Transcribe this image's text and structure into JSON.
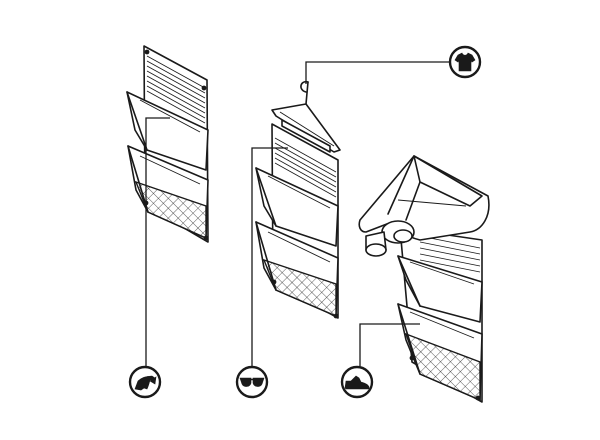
{
  "figure": {
    "variants": [
      {
        "id": "plain-wall-organizer",
        "icon": "shoe-icon"
      },
      {
        "id": "hanger-organizer",
        "icon": "sunglasses-icon"
      },
      {
        "id": "door-clamp-organizer",
        "icon": "sneaker-icon"
      }
    ],
    "top_callout": {
      "icon": "tshirt-icon"
    },
    "line_color": "#1a1a1a",
    "background": "#ffffff"
  }
}
